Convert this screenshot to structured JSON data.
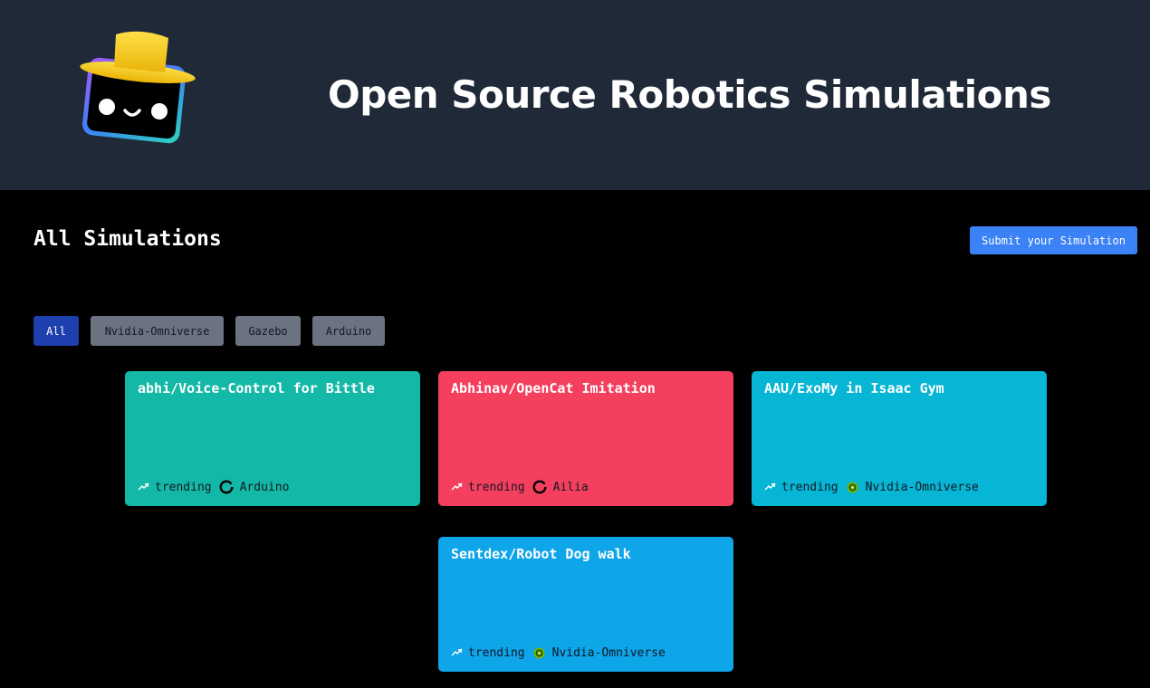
{
  "header": {
    "title": "Open Source Robotics Simulations",
    "logo": "robot-with-hat-logo"
  },
  "main": {
    "section_title": "All Simulations",
    "submit_label": "Submit your Simulation",
    "filters": [
      {
        "label": "All",
        "active": true
      },
      {
        "label": "Nvidia-Omniverse",
        "active": false
      },
      {
        "label": "Gazebo",
        "active": false
      },
      {
        "label": "Arduino",
        "active": false
      }
    ],
    "cards": [
      {
        "title": "abhi/Voice-Control for Bittle",
        "badge": "trending",
        "platform": "Arduino",
        "platform_icon": "ring-icon",
        "color": "#14b8a6"
      },
      {
        "title": "Abhinav/OpenCat Imitation",
        "badge": "trending",
        "platform": "Ailia",
        "platform_icon": "ring-icon",
        "color": "#f43f5e"
      },
      {
        "title": "AAU/ExoMy in Isaac Gym",
        "badge": "trending",
        "platform": "Nvidia-Omniverse",
        "platform_icon": "omniverse-icon",
        "color": "#06b6d4"
      },
      {
        "title": "Sentdex/Robot Dog walk",
        "badge": "trending",
        "platform": "Nvidia-Omniverse",
        "platform_icon": "omniverse-icon",
        "color": "#0ea5e9"
      }
    ]
  },
  "colors": {
    "header_bg": "#1f2937",
    "page_bg": "#000000",
    "primary": "#3b82f6",
    "filter_active": "#1e40af",
    "filter_inactive": "#6b7280"
  }
}
